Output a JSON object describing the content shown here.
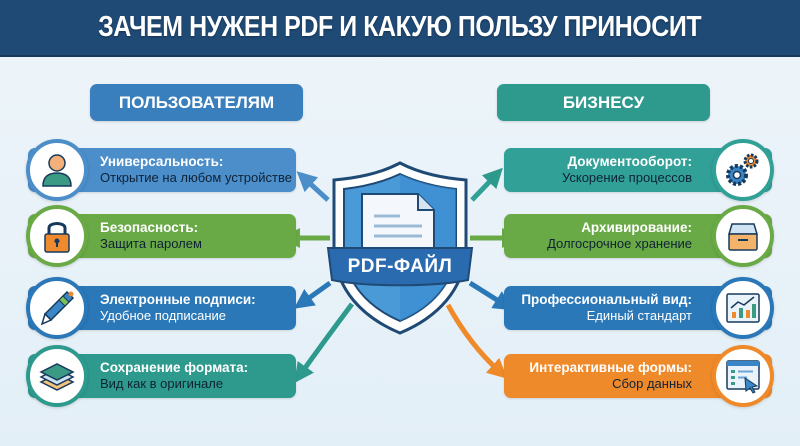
{
  "title": "ЗАЧЕМ НУЖЕН PDF И КАКУЮ ПОЛЬЗУ ПРИНОСИТ",
  "center": {
    "label": "PDF-ФАЙЛ",
    "icon": "shield-document-icon"
  },
  "colors": {
    "title_bg": "#1f4a75",
    "blue": "#3a7fbd",
    "teal": "#2e9a8e",
    "green": "#6aaa46",
    "orange": "#ef8a2a",
    "dark_blue": "#2a78b8"
  },
  "users": {
    "header": "ПОЛЬЗОВАТЕЛЯМ",
    "items": [
      {
        "title": "Универсальность:",
        "subtitle": "Открытие на любом устройстве",
        "icon": "user-icon",
        "color": "#4b8ec9"
      },
      {
        "title": "Безопасность:",
        "subtitle": "Защита паролем",
        "icon": "padlock-icon",
        "color": "#6aaa46"
      },
      {
        "title": "Электронные подписи:",
        "subtitle": "Удобное подписание",
        "icon": "pen-icon",
        "color": "#2a78b8"
      },
      {
        "title": "Сохранение формата:",
        "subtitle": "Вид как в оригинале",
        "icon": "layers-icon",
        "color": "#2e9a8e"
      }
    ]
  },
  "business": {
    "header": "БИЗНЕСУ",
    "items": [
      {
        "title": "Документооборот:",
        "subtitle": "Ускорение процессов",
        "icon": "gears-icon",
        "color": "#31a097"
      },
      {
        "title": "Архивирование:",
        "subtitle": "Долгосрочное хранение",
        "icon": "archive-box-icon",
        "color": "#6aaa46"
      },
      {
        "title": "Профессиональный вид:",
        "subtitle": "Единый стандарт",
        "icon": "growth-chart-icon",
        "color": "#2a78b8"
      },
      {
        "title": "Интерактивные формы:",
        "subtitle": "Сбор данных",
        "icon": "form-cursor-icon",
        "color": "#ef8a2a"
      }
    ]
  }
}
